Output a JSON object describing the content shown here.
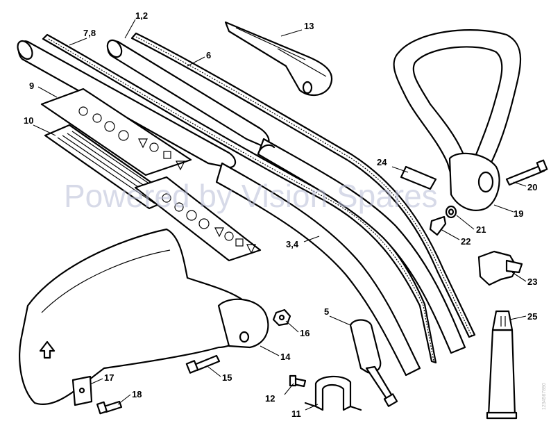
{
  "watermark": "Powered by Vision Spares",
  "side_code": "1234567890",
  "callouts": [
    {
      "id": "c-1-2",
      "text": "1,2"
    },
    {
      "id": "c-7-8",
      "text": "7,8"
    },
    {
      "id": "c-13",
      "text": "13"
    },
    {
      "id": "c-6",
      "text": "6"
    },
    {
      "id": "c-9",
      "text": "9"
    },
    {
      "id": "c-10",
      "text": "10"
    },
    {
      "id": "c-24",
      "text": "24"
    },
    {
      "id": "c-20",
      "text": "20"
    },
    {
      "id": "c-19",
      "text": "19"
    },
    {
      "id": "c-21",
      "text": "21"
    },
    {
      "id": "c-22",
      "text": "22"
    },
    {
      "id": "c-3-4",
      "text": "3,4"
    },
    {
      "id": "c-23",
      "text": "23"
    },
    {
      "id": "c-5",
      "text": "5"
    },
    {
      "id": "c-25",
      "text": "25"
    },
    {
      "id": "c-16",
      "text": "16"
    },
    {
      "id": "c-14",
      "text": "14"
    },
    {
      "id": "c-15",
      "text": "15"
    },
    {
      "id": "c-17",
      "text": "17"
    },
    {
      "id": "c-18",
      "text": "18"
    },
    {
      "id": "c-12",
      "text": "12"
    },
    {
      "id": "c-11",
      "text": "11"
    }
  ]
}
